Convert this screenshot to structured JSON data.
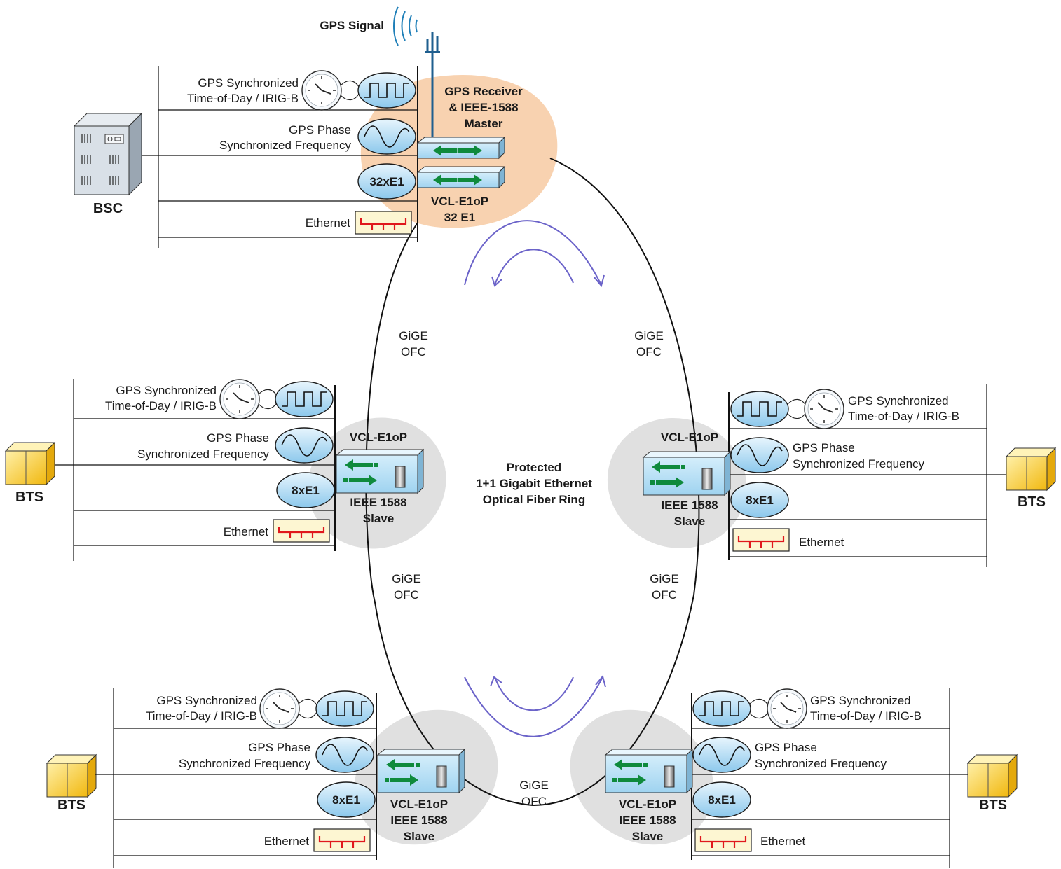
{
  "gps_signal_label": "GPS Signal",
  "ring": {
    "title_line1": "Protected",
    "title_line2": "1+1 Gigabit Ethernet",
    "title_line3": "Optical Fiber Ring",
    "link_line1": "GiGE",
    "link_line2": "OFC"
  },
  "master": {
    "station": "BSC",
    "role_line1": "GPS Receiver",
    "role_line2": "& IEEE-1588",
    "role_line3": "Master",
    "device_line1": "VCL-E1oP",
    "device_line2": "32 E1",
    "tod_line1": "GPS Synchronized",
    "tod_line2": "Time-of-Day / IRIG-B",
    "freq_line1": "GPS Phase",
    "freq_line2": "Synchronized Frequency",
    "e1": "32xE1",
    "ethernet": "Ethernet"
  },
  "slaves": [
    {
      "station": "BTS",
      "device": "VCL-E1oP",
      "role_line1": "IEEE 1588",
      "role_line2": "Slave",
      "tod_line1": "GPS Synchronized",
      "tod_line2": "Time-of-Day / IRIG-B",
      "freq_line1": "GPS Phase",
      "freq_line2": "Synchronized Frequency",
      "e1": "8xE1",
      "ethernet": "Ethernet"
    },
    {
      "station": "BTS",
      "device": "VCL-E1oP",
      "role_line1": "IEEE 1588",
      "role_line2": "Slave",
      "tod_line1": "GPS Synchronized",
      "tod_line2": "Time-of-Day / IRIG-B",
      "freq_line1": "GPS Phase",
      "freq_line2": "Synchronized Frequency",
      "e1": "8xE1",
      "ethernet": "Ethernet"
    },
    {
      "station": "BTS",
      "device": "VCL-E1oP",
      "role_line1": "IEEE 1588",
      "role_line2": "Slave",
      "tod_line1": "GPS Synchronized",
      "tod_line2": "Time-of-Day / IRIG-B",
      "freq_line1": "GPS Phase",
      "freq_line2": "Synchronized Frequency",
      "e1": "8xE1",
      "ethernet": "Ethernet"
    },
    {
      "station": "BTS",
      "device": "VCL-E1oP",
      "role_line1": "IEEE 1588",
      "role_line2": "Slave",
      "tod_line1": "GPS Synchronized",
      "tod_line2": "Time-of-Day / IRIG-B",
      "freq_line1": "GPS Phase",
      "freq_line2": "Synchronized Frequency",
      "e1": "8xE1",
      "ethernet": "Ethernet"
    }
  ],
  "colors": {
    "master_highlight": "#f8d2b0",
    "slave_highlight": "#e0e0e0",
    "device_blue": "#bfe3f7",
    "arrow_green": "#0f8a3c",
    "ethernet_red": "#e0181d",
    "ethernet_bg": "#fdf6d2",
    "bts_yellow": "#f7c72a",
    "rotation_arrow": "#6b63c9",
    "antenna_blue": "#1f5f8f"
  }
}
